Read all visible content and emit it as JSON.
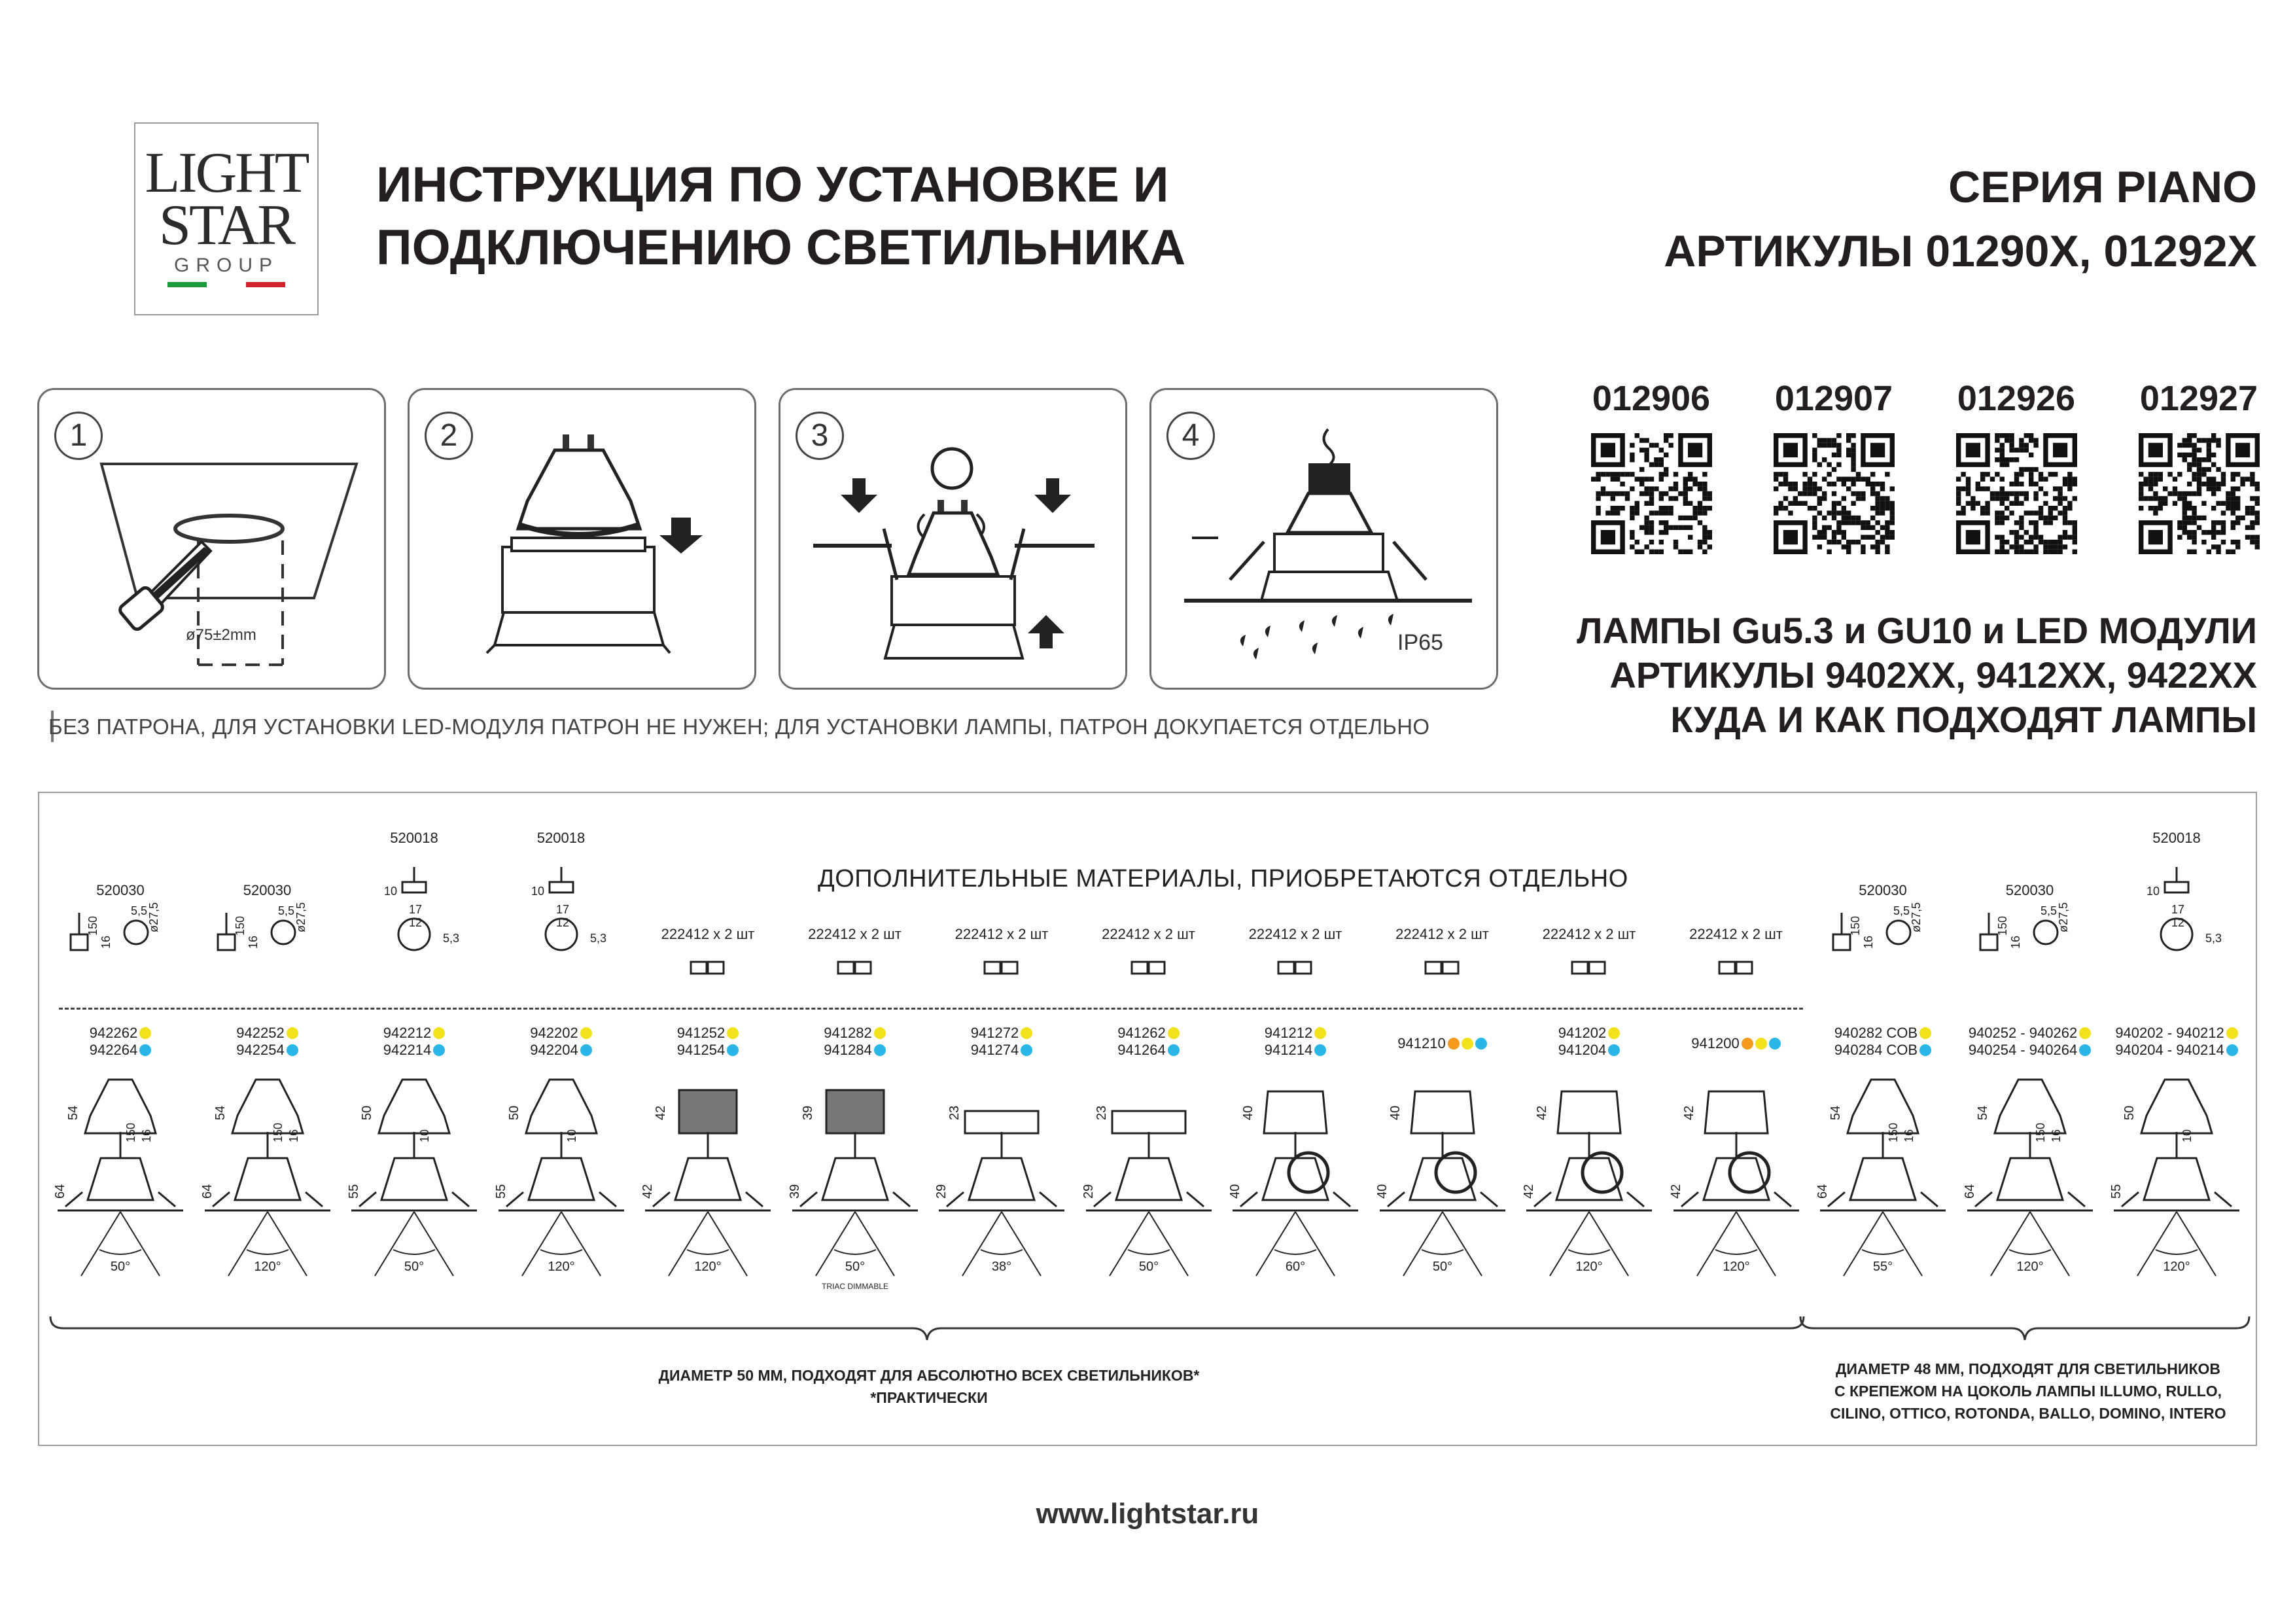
{
  "logo": {
    "line1": "LIGHT",
    "line2": "STAR",
    "line3": "GROUP",
    "flag_colors": [
      "#1a9b3a",
      "#ffffff",
      "#d2232a"
    ]
  },
  "title": {
    "line1": "ИНСТРУКЦИЯ ПО УСТАНОВКЕ И",
    "line2": "ПОДКЛЮЧЕНИЮ СВЕТИЛЬНИКА"
  },
  "series": {
    "line1": "СЕРИЯ PIANO",
    "line2": "АРТИКУЛЫ 01290X, 01292X"
  },
  "steps": [
    {
      "num": "1",
      "label": "ø75±2mm"
    },
    {
      "num": "2",
      "label": ""
    },
    {
      "num": "3",
      "label": ""
    },
    {
      "num": "4",
      "label": "IP65"
    }
  ],
  "note": "БЕЗ ПАТРОНА, ДЛЯ УСТАНОВКИ LED-МОДУЛЯ ПАТРОН НЕ НУЖЕН; ДЛЯ УСТАНОВКИ ЛАМПЫ, ПАТРОН ДОКУПАЕТСЯ ОТДЕЛЬНО",
  "articles": [
    "012906",
    "012907",
    "012926",
    "012927"
  ],
  "lamps_heading": {
    "line1": "ЛАМПЫ Gu5.3 и GU10 и LED МОДУЛИ",
    "line2": "АРТИКУЛЫ 9402XX, 9412XX, 9422XX",
    "line3": "КУДА И КАК ПОДХОДЯТ ЛАМПЫ"
  },
  "extra_title": "ДОПОЛНИТЕЛЬНЫЕ МАТЕРИАЛЫ, ПРИОБРЕТАЮТСЯ ОТДЕЛЬНО",
  "colors": {
    "warm": "#f2e21c",
    "cool": "#29b6e6",
    "orange": "#f39a1f",
    "frame": "#9c9c9c"
  },
  "columns": [
    {
      "acc": "520030",
      "acc_type": "cable",
      "acc_dims": [
        "150",
        "16",
        "5,5",
        "ø27,5"
      ],
      "connector": "",
      "codes": [
        "942262",
        "942264"
      ],
      "dots": [
        "warm",
        "cool"
      ],
      "lamp": "gu",
      "lamp_h": "54",
      "install_h": "64",
      "side_dims": [
        "150",
        "16"
      ],
      "angle": "50°",
      "sub": ""
    },
    {
      "acc": "520030",
      "acc_type": "cable",
      "acc_dims": [
        "150",
        "16",
        "5,5",
        "ø27,5"
      ],
      "connector": "",
      "codes": [
        "942252",
        "942254"
      ],
      "dots": [
        "warm",
        "cool"
      ],
      "lamp": "gu",
      "lamp_h": "54",
      "install_h": "64",
      "side_dims": [
        "150",
        "16"
      ],
      "angle": "120°",
      "sub": ""
    },
    {
      "acc": "520018",
      "acc_type": "socket",
      "acc_dims": [
        "10",
        "17",
        "12",
        "5,3"
      ],
      "connector": "",
      "codes": [
        "942212",
        "942214"
      ],
      "dots": [
        "warm",
        "cool"
      ],
      "lamp": "mr",
      "lamp_h": "50",
      "install_h": "55",
      "side_dims": [
        "10"
      ],
      "angle": "50°",
      "sub": ""
    },
    {
      "acc": "520018",
      "acc_type": "socket",
      "acc_dims": [
        "10",
        "17",
        "12",
        "5,3"
      ],
      "connector": "",
      "codes": [
        "942202",
        "942204"
      ],
      "dots": [
        "warm",
        "cool"
      ],
      "lamp": "mr",
      "lamp_h": "50",
      "install_h": "55",
      "side_dims": [
        "10"
      ],
      "angle": "120°",
      "sub": ""
    },
    {
      "acc": "",
      "acc_type": "none",
      "acc_dims": [],
      "connector": "222412 x 2 шт",
      "codes": [
        "941252",
        "941254"
      ],
      "dots": [
        "warm",
        "cool"
      ],
      "lamp": "module",
      "lamp_h": "42",
      "install_h": "42",
      "side_dims": [],
      "angle": "120°",
      "sub": ""
    },
    {
      "acc": "",
      "acc_type": "none",
      "acc_dims": [],
      "connector": "222412 x 2 шт",
      "codes": [
        "941282",
        "941284"
      ],
      "dots": [
        "warm",
        "cool"
      ],
      "lamp": "module",
      "lamp_h": "39",
      "install_h": "39",
      "side_dims": [],
      "angle": "50°",
      "sub": "TRIAC DIMMABLE"
    },
    {
      "acc": "",
      "acc_type": "none",
      "acc_dims": [],
      "connector": "222412 x 2 шт",
      "codes": [
        "941272",
        "941274"
      ],
      "dots": [
        "warm",
        "cool"
      ],
      "lamp": "flat",
      "lamp_h": "23",
      "install_h": "29",
      "side_dims": [],
      "angle": "38°",
      "sub": ""
    },
    {
      "acc": "",
      "acc_type": "none",
      "acc_dims": [],
      "connector": "222412 x 2 шт",
      "codes": [
        "941262",
        "941264"
      ],
      "dots": [
        "warm",
        "cool"
      ],
      "lamp": "flat",
      "lamp_h": "23",
      "install_h": "29",
      "side_dims": [],
      "angle": "50°",
      "sub": ""
    },
    {
      "acc": "",
      "acc_type": "none",
      "acc_dims": [],
      "connector": "222412 x 2 шт",
      "codes": [
        "941212",
        "941214"
      ],
      "dots": [
        "warm",
        "cool"
      ],
      "lamp": "cup",
      "lamp_h": "40",
      "install_h": "40",
      "side_dims": [],
      "angle": "60°",
      "sub": ""
    },
    {
      "acc": "",
      "acc_type": "none",
      "acc_dims": [],
      "connector": "222412 x 2 шт",
      "codes": [
        "941210"
      ],
      "dots": [
        "orange",
        "warm",
        "cool"
      ],
      "lamp": "cup",
      "lamp_h": "40",
      "install_h": "40",
      "side_dims": [],
      "angle": "50°",
      "sub": ""
    },
    {
      "acc": "",
      "acc_type": "none",
      "acc_dims": [],
      "connector": "222412 x 2 шт",
      "codes": [
        "941202",
        "941204"
      ],
      "dots": [
        "warm",
        "cool"
      ],
      "lamp": "cup",
      "lamp_h": "42",
      "install_h": "42",
      "side_dims": [],
      "angle": "120°",
      "sub": ""
    },
    {
      "acc": "",
      "acc_type": "none",
      "acc_dims": [],
      "connector": "222412 x 2 шт",
      "codes": [
        "941200"
      ],
      "dots": [
        "orange",
        "warm",
        "cool"
      ],
      "lamp": "cup",
      "lamp_h": "42",
      "install_h": "42",
      "side_dims": [],
      "angle": "120°",
      "sub": ""
    },
    {
      "acc": "520030",
      "acc_type": "cable",
      "acc_dims": [
        "150",
        "16",
        "5,5",
        "ø27,5"
      ],
      "connector": "",
      "codes": [
        "940282 COB",
        "940284 COB"
      ],
      "dots": [
        "warm",
        "cool"
      ],
      "lamp": "gu",
      "lamp_h": "54",
      "install_h": "64",
      "side_dims": [
        "150",
        "16"
      ],
      "angle": "55°",
      "sub": ""
    },
    {
      "acc": "520030",
      "acc_type": "cable",
      "acc_dims": [
        "150",
        "16",
        "5,5",
        "ø27,5"
      ],
      "connector": "",
      "codes": [
        "940252 - 940262",
        "940254 - 940264"
      ],
      "dots": [
        "warm",
        "cool"
      ],
      "lamp": "gu",
      "lamp_h": "54",
      "install_h": "64",
      "side_dims": [
        "150",
        "16"
      ],
      "angle": "120°",
      "sub": ""
    },
    {
      "acc": "520018",
      "acc_type": "socket",
      "acc_dims": [
        "10",
        "17",
        "12",
        "5,3"
      ],
      "connector": "",
      "codes": [
        "940202 - 940212",
        "940204 - 940214"
      ],
      "dots": [
        "warm",
        "cool"
      ],
      "lamp": "mr",
      "lamp_h": "50",
      "install_h": "55",
      "side_dims": [
        "10"
      ],
      "angle": "120°",
      "sub": ""
    }
  ],
  "footer_left": {
    "line1": "ДИАМЕТР 50 ММ, ПОДХОДЯТ ДЛЯ АБСОЛЮТНО ВСЕХ СВЕТИЛЬНИКОВ*",
    "line2": "*ПРАКТИЧЕСКИ"
  },
  "footer_right": {
    "line1": "ДИАМЕТР 48 ММ, ПОДХОДЯТ ДЛЯ СВЕТИЛЬНИКОВ",
    "line2": "С КРЕПЕЖОМ НА ЦОКОЛЬ ЛАМПЫ ILLUMO, RULLO,",
    "line3": "CILINO, OTTICO, ROTONDA, BALLO, DOMINO, INTERO"
  },
  "url": "www.lightstar.ru"
}
